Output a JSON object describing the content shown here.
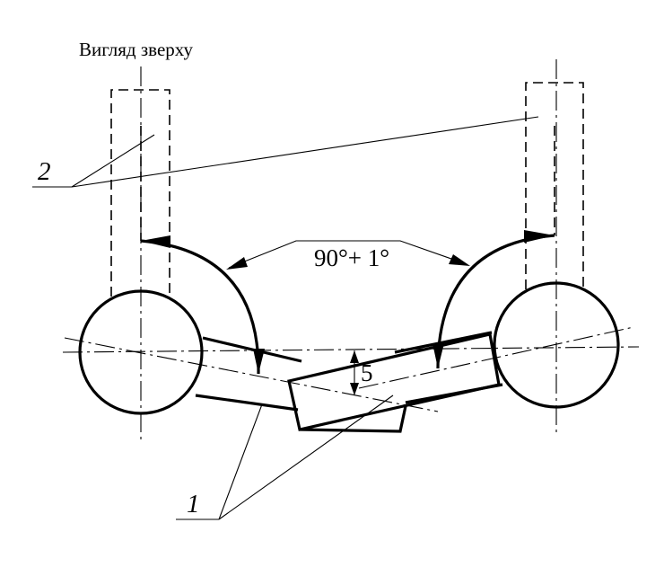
{
  "caption": "Вигляд зверху",
  "angle_label": "90°+ 1°",
  "offset_label": "5",
  "callout_1": "1",
  "callout_2": "2"
}
